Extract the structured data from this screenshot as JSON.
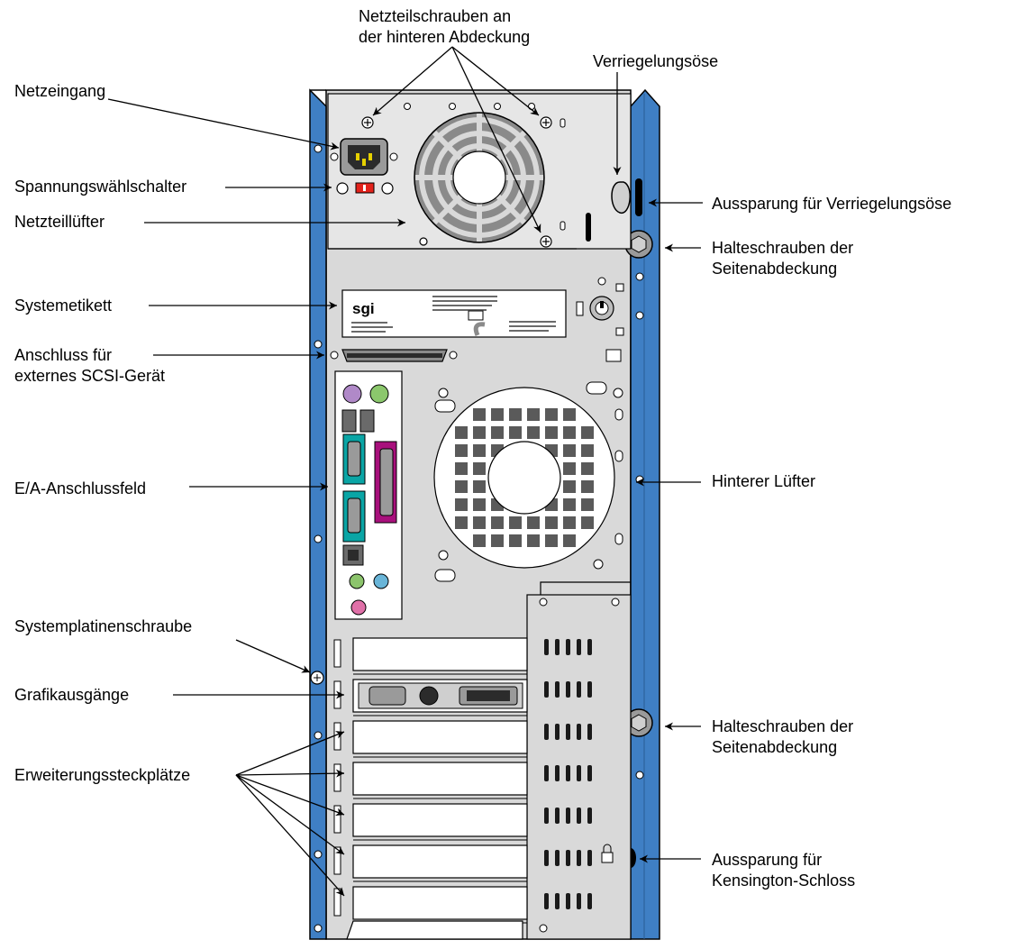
{
  "diagram": {
    "colors": {
      "case_blue": "#3f7fc4",
      "panel_gray": "#d9d9d9",
      "io_teal": "#0aa5a5",
      "io_magenta": "#a8107c",
      "ps2_purple": "#b089c8",
      "ps2_green": "#8bc76c",
      "audio_pink": "#e070a8",
      "audio_blue": "#69b5d8",
      "audio_green": "#8cc46c",
      "switch_red": "#e3221b"
    },
    "labels": {
      "psu_screws": "Netzteilschrauben an\nder hinteren Abdeckung",
      "lock_loop": "Verriegelungsöse",
      "power_inlet": "Netzeingang",
      "voltage_switch": "Spannungswählschalter",
      "lock_loop_cutout": "Aussparung für Verriegelungsöse",
      "psu_fan": "Netzteillüfter",
      "side_cover_screws_top": "Halteschrauben der\nSeitenabdeckung",
      "system_label": "Systemetikett",
      "scsi_connector": "Anschluss für\nexternes SCSI-Gerät",
      "io_panel": "E/A-Anschlussfeld",
      "rear_fan": "Hinterer Lüfter",
      "mainboard_screw": "Systemplatinenschraube",
      "graphics_outputs": "Grafikausgänge",
      "side_cover_screws_bottom": "Halteschrauben der\nSeitenabdeckung",
      "expansion_slots": "Erweiterungssteckplätze",
      "kensington_cutout": "Aussparung für\nKensington-Schloss"
    },
    "system_label_logo": "sgi"
  }
}
